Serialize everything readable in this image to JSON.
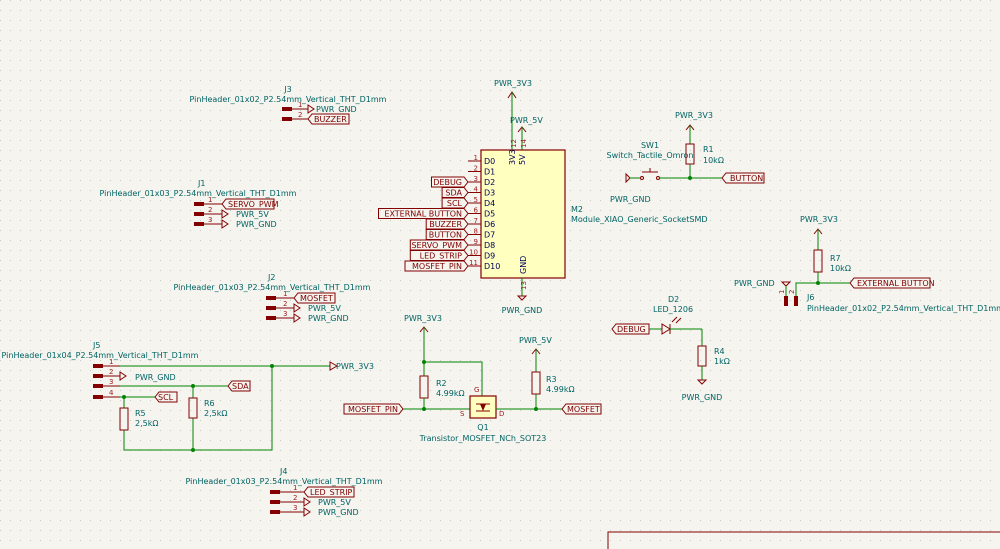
{
  "grid_dot_color": "#c8c8c8",
  "colors": {
    "wire": "#008400",
    "body_stroke": "#840000",
    "body_fill": "#ffffc0",
    "text": "#006464",
    "pin_name": "#00005a",
    "label": "#800000"
  },
  "J3": {
    "ref": "J3",
    "value": "PinHeader_01x02_P2.54mm_Vertical_THT_D1mm",
    "pins": [
      "1",
      "2"
    ],
    "labels": [
      "PWR_GND",
      "BUZZER"
    ]
  },
  "J1": {
    "ref": "J1",
    "value": "PinHeader_01x03_P2.54mm_Vertical_THT_D1mm",
    "pins": [
      "1",
      "2",
      "3"
    ],
    "labels": [
      "SERVO_PWM",
      "PWR_5V",
      "PWR_GND"
    ]
  },
  "J2": {
    "ref": "J2",
    "value": "PinHeader_01x03_P2.54mm_Vertical_THT_D1mm",
    "pins": [
      "1",
      "2",
      "3"
    ],
    "labels": [
      "MOSFET",
      "PWR_5V",
      "PWR_GND"
    ]
  },
  "J5": {
    "ref": "J5",
    "value": "PinHeader_01x04_P2.54mm_Vertical_THT_D1mm",
    "pins": [
      "1",
      "2",
      "3",
      "4"
    ],
    "labels": [
      "PWR_3V3",
      "PWR_GND",
      "SDA",
      "SCL"
    ]
  },
  "J4": {
    "ref": "J4",
    "value": "PinHeader_01x03_P2.54mm_Vertical_THT_D1mm",
    "pins": [
      "1",
      "2",
      "3"
    ],
    "labels": [
      "LED_STRIP",
      "PWR_5V",
      "PWR_GND"
    ]
  },
  "J6": {
    "ref": "J6",
    "value": "PinHeader_01x02_P2.54mm_Vertical_THT_D1mm",
    "pins": [
      "1",
      "2"
    ],
    "labels": [
      "PWR_GND",
      "EXTERNAL BUTTON"
    ]
  },
  "M2": {
    "ref": "M2",
    "value": "Module_XIAO_Generic_SocketSMD",
    "power_top": [
      "PWR_3V3",
      "PWR_5V"
    ],
    "power_top_pins": [
      "3V3",
      "5V"
    ],
    "power_top_nums": [
      "12",
      "14"
    ],
    "gnd_pin": "GND",
    "gnd_num": "13",
    "gnd_label": "PWR_GND",
    "left_pins": [
      "D0",
      "D1",
      "D2",
      "D3",
      "D4",
      "D5",
      "D6",
      "D7",
      "D8",
      "D9",
      "D10"
    ],
    "left_nums": [
      "1",
      "2",
      "3",
      "4",
      "5",
      "6",
      "7",
      "8",
      "9",
      "10",
      "11"
    ],
    "left_labels": [
      "",
      "",
      "DEBUG",
      "SDA",
      "SCL",
      "EXTERNAL BUTTON",
      "BUZZER",
      "BUTTON",
      "SERVO_PWM",
      "LED_STRIP",
      "MOSFET_PIN"
    ]
  },
  "SW1": {
    "ref": "SW1",
    "value": "Switch_Tactile_Omron",
    "gnd": "PWR_GND",
    "label": "BUTTON"
  },
  "R1": {
    "ref": "R1",
    "value": "10kΩ",
    "power": "PWR_3V3"
  },
  "R7": {
    "ref": "R7",
    "value": "10kΩ",
    "power": "PWR_3V3"
  },
  "D2": {
    "ref": "D2",
    "value": "LED_1206",
    "label": "DEBUG"
  },
  "R4": {
    "ref": "R4",
    "value": "1kΩ",
    "gnd": "PWR_GND"
  },
  "Q1": {
    "ref": "Q1",
    "value": "Transistor_MOSFET_NCh_SOT23",
    "pin_g": "G",
    "pin_s": "S",
    "pin_d": "D",
    "in_label": "MOSFET_PIN",
    "out_label": "MOSFET"
  },
  "R2": {
    "ref": "R2",
    "value": "4.99kΩ",
    "power": "PWR_3V3"
  },
  "R3": {
    "ref": "R3",
    "value": "4.99kΩ",
    "power": "PWR_5V"
  },
  "R5": {
    "ref": "R5",
    "value": "2,5kΩ"
  },
  "R6": {
    "ref": "R6",
    "value": "2,5kΩ"
  }
}
